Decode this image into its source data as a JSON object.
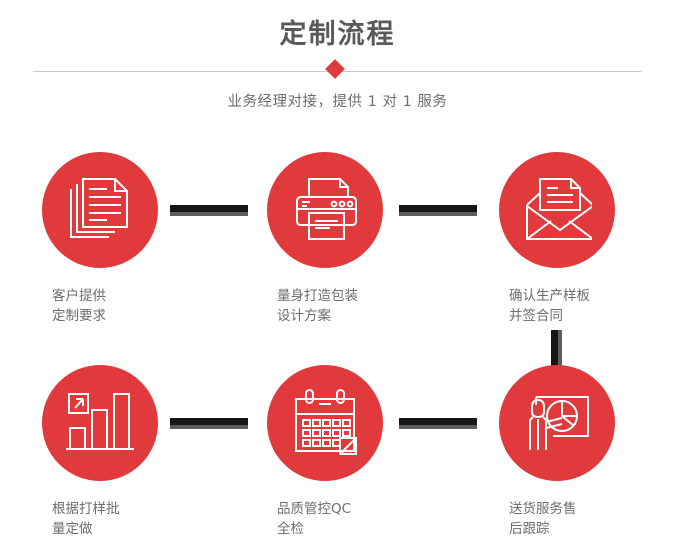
{
  "header": {
    "title": "定制流程",
    "subtitle": "业务经理对接，提供 1 对 1 服务",
    "accent_color": "#e03a3c",
    "title_color": "#5a5a5a",
    "divider_color": "#c9c9c9"
  },
  "flow": {
    "connector_color": "#161616",
    "connector_shadow_color": "#5e5e5e",
    "steps": [
      {
        "icon": "documents-icon",
        "label": "客户提供\n定制要求"
      },
      {
        "icon": "printer-icon",
        "label": "量身打造包装\n设计方案"
      },
      {
        "icon": "envelope-icon",
        "label": "确认生产样板\n并签合同"
      },
      {
        "icon": "bar-chart-icon",
        "label": "根据打样批\n量定做"
      },
      {
        "icon": "calendar-icon",
        "label": "品质管控QC\n全检"
      },
      {
        "icon": "presentation-icon",
        "label": "送货服务售\n后跟踪"
      }
    ]
  }
}
